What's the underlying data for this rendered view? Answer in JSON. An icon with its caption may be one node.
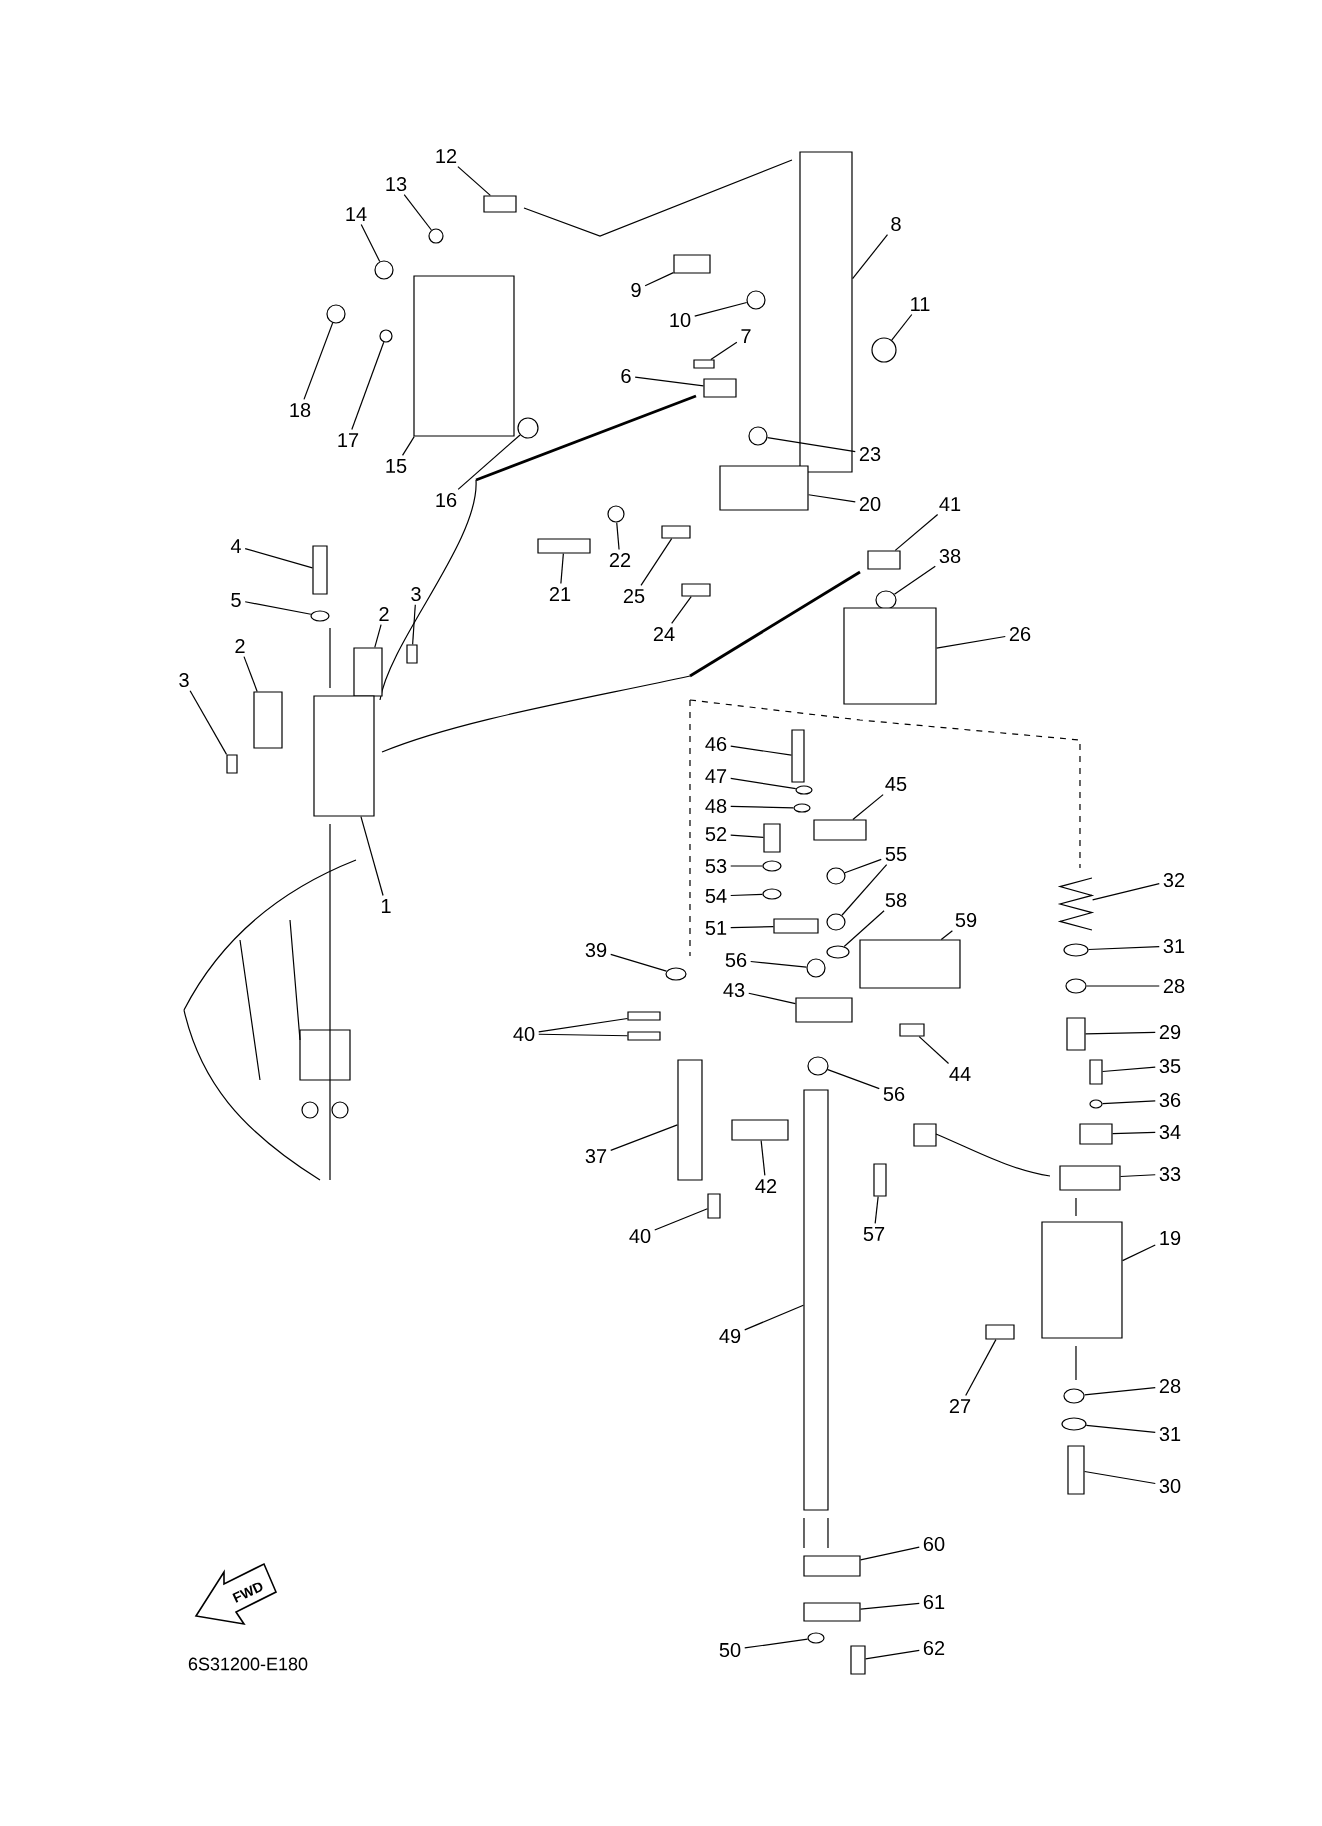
{
  "diagram": {
    "nodes": [
      {
        "text": [
          "12"
        ]
      },
      {
        "text": [
          "13"
        ]
      },
      {
        "text": [
          "14"
        ]
      },
      {
        "text": [
          "8"
        ]
      },
      {
        "text": [
          "9"
        ]
      },
      {
        "text": [
          "10"
        ]
      },
      {
        "text": [
          "11"
        ]
      },
      {
        "text": [
          "7"
        ]
      },
      {
        "text": [
          "6"
        ]
      },
      {
        "text": [
          "18"
        ]
      },
      {
        "text": [
          "17"
        ]
      },
      {
        "text": [
          "15"
        ]
      },
      {
        "text": [
          "16"
        ]
      },
      {
        "text": [
          "23"
        ]
      },
      {
        "text": [
          "20"
        ]
      },
      {
        "text": [
          "41"
        ]
      },
      {
        "text": [
          "4"
        ]
      },
      {
        "text": [
          "22"
        ]
      },
      {
        "text": [
          "38"
        ]
      },
      {
        "text": [
          "21"
        ]
      },
      {
        "text": [
          "25"
        ]
      },
      {
        "text": [
          "5"
        ]
      },
      {
        "text": [
          "3"
        ]
      },
      {
        "text": [
          "2"
        ]
      },
      {
        "text": [
          "26"
        ]
      },
      {
        "text": [
          "24"
        ]
      },
      {
        "text": [
          "2"
        ]
      },
      {
        "text": [
          "3"
        ]
      },
      {
        "text": [
          "46"
        ]
      },
      {
        "text": [
          "47"
        ]
      },
      {
        "text": [
          "45"
        ]
      },
      {
        "text": [
          "48"
        ]
      },
      {
        "text": [
          "52"
        ]
      },
      {
        "text": [
          "55"
        ]
      },
      {
        "text": [
          "53"
        ]
      },
      {
        "text": [
          "32"
        ]
      },
      {
        "text": [
          "54"
        ]
      },
      {
        "text": [
          "58"
        ]
      },
      {
        "text": [
          "1"
        ]
      },
      {
        "text": [
          "59"
        ]
      },
      {
        "text": [
          "51"
        ]
      },
      {
        "text": [
          "31"
        ]
      },
      {
        "text": [
          "39"
        ]
      },
      {
        "text": [
          "56"
        ]
      },
      {
        "text": [
          "28"
        ]
      },
      {
        "text": [
          "43"
        ]
      },
      {
        "text": [
          "29"
        ]
      },
      {
        "text": [
          "40"
        ]
      },
      {
        "text": [
          "35"
        ]
      },
      {
        "text": [
          "44"
        ]
      },
      {
        "text": [
          "56"
        ]
      },
      {
        "text": [
          "36"
        ]
      },
      {
        "text": [
          "34"
        ]
      },
      {
        "text": [
          "37"
        ]
      },
      {
        "text": [
          "33"
        ]
      },
      {
        "text": [
          "42"
        ]
      },
      {
        "text": [
          "57"
        ]
      },
      {
        "text": [
          "40"
        ]
      },
      {
        "text": [
          "19"
        ]
      },
      {
        "text": [
          "49"
        ]
      },
      {
        "text": [
          "28"
        ]
      },
      {
        "text": [
          "27"
        ]
      },
      {
        "text": [
          "31"
        ]
      },
      {
        "text": [
          "30"
        ]
      },
      {
        "text": [
          "60"
        ]
      },
      {
        "text": [
          "61"
        ]
      },
      {
        "text": [
          "62"
        ]
      },
      {
        "text": [
          "50"
        ]
      },
      {
        "text": [],
        "shape": "box"
      },
      {
        "text": [],
        "shape": "circle"
      },
      {
        "text": [],
        "shape": "circle"
      },
      {
        "text": [],
        "shape": "box"
      },
      {
        "text": [],
        "shape": "box"
      },
      {
        "text": [],
        "shape": "circle"
      },
      {
        "text": [],
        "shape": "circle"
      },
      {
        "text": [],
        "shape": "box"
      },
      {
        "text": [],
        "shape": "box"
      },
      {
        "text": [],
        "shape": "circle"
      },
      {
        "text": [],
        "shape": "circle"
      },
      {
        "text": [],
        "shape": "box"
      },
      {
        "text": [],
        "shape": "circle"
      },
      {
        "text": [],
        "shape": "circle"
      },
      {
        "text": [],
        "shape": "box"
      },
      {
        "text": [],
        "shape": "box"
      },
      {
        "text": [],
        "shape": "box"
      },
      {
        "text": [],
        "shape": "circle"
      },
      {
        "text": [],
        "shape": "circle"
      },
      {
        "text": [],
        "shape": "box"
      },
      {
        "text": [],
        "shape": "box"
      },
      {
        "text": [],
        "shape": "circle"
      },
      {
        "text": [],
        "shape": "box"
      },
      {
        "text": [],
        "shape": "box"
      },
      {
        "text": [],
        "shape": "box"
      },
      {
        "text": [],
        "shape": "box"
      },
      {
        "text": [],
        "shape": "box"
      },
      {
        "text": [],
        "shape": "box"
      },
      {
        "text": [],
        "shape": "box"
      },
      {
        "text": [],
        "shape": "circle"
      },
      {
        "text": [],
        "shape": "box"
      },
      {
        "text": [],
        "shape": "circle"
      },
      {
        "text": [],
        "shape": "box"
      },
      {
        "text": [],
        "shape": "circle"
      },
      {
        "text": [],
        "shape": "circle"
      },
      {
        "text": [],
        "shape": "circle"
      },
      {
        "text": [],
        "shape": "spring"
      },
      {
        "text": [],
        "shape": "circle"
      },
      {
        "text": [],
        "shape": "circle"
      },
      {
        "text": [],
        "shape": "box"
      },
      {
        "text": [],
        "shape": "box"
      },
      {
        "text": [],
        "shape": "box"
      },
      {
        "text": [],
        "shape": "circle"
      },
      {
        "text": [],
        "shape": "circle"
      },
      {
        "text": [],
        "shape": "circle"
      },
      {
        "text": [],
        "shape": "circle"
      },
      {
        "text": [],
        "shape": "box"
      },
      {
        "text": [],
        "shape": "box"
      },
      {
        "text": [],
        "shape": "box"
      },
      {
        "text": [],
        "shape": "box"
      },
      {
        "text": [],
        "shape": "box"
      },
      {
        "text": [],
        "shape": "box"
      },
      {
        "text": [],
        "shape": "circle"
      },
      {
        "text": [],
        "shape": "circle"
      },
      {
        "text": [],
        "shape": "box"
      },
      {
        "text": [],
        "shape": "box"
      },
      {
        "text": [],
        "shape": "box"
      },
      {
        "text": [],
        "shape": "box"
      },
      {
        "text": [],
        "shape": "box"
      },
      {
        "text": [],
        "shape": "box"
      },
      {
        "text": [],
        "shape": "box"
      },
      {
        "text": [],
        "shape": "box"
      },
      {
        "text": [],
        "shape": "circle"
      },
      {
        "text": [],
        "shape": "box"
      },
      {
        "text": [],
        "shape": "circle"
      },
      {
        "text": [],
        "shape": "box"
      },
      {
        "text": [],
        "shape": "box"
      },
      {
        "text": [],
        "shape": "box"
      },
      {
        "text": [],
        "shape": "box"
      },
      {
        "text": [],
        "shape": "circle"
      }
    ],
    "edges": [
      {
        "from": 0,
        "to": 68,
        "arrow": "none"
      },
      {
        "from": 1,
        "to": 69,
        "arrow": "none"
      },
      {
        "from": 2,
        "to": 70,
        "arrow": "none"
      },
      {
        "from": 3,
        "to": 71,
        "arrow": "none"
      },
      {
        "from": 4,
        "to": 72,
        "arrow": "none"
      },
      {
        "from": 5,
        "to": 73,
        "arrow": "none"
      },
      {
        "from": 6,
        "to": 74,
        "arrow": "none"
      },
      {
        "from": 7,
        "to": 75,
        "arrow": "none"
      },
      {
        "from": 8,
        "to": 76,
        "arrow": "none"
      },
      {
        "from": 9,
        "to": 77,
        "arrow": "none"
      },
      {
        "from": 10,
        "to": 78,
        "arrow": "none"
      },
      {
        "from": 11,
        "to": 79,
        "arrow": "none"
      },
      {
        "from": 12,
        "to": 80,
        "arrow": "none"
      },
      {
        "from": 13,
        "to": 81,
        "arrow": "none"
      },
      {
        "from": 14,
        "to": 82,
        "arrow": "none"
      },
      {
        "from": 15,
        "to": 83,
        "arrow": "none"
      },
      {
        "from": 16,
        "to": 84,
        "arrow": "none"
      },
      {
        "from": 17,
        "to": 85,
        "arrow": "none"
      },
      {
        "from": 18,
        "to": 86,
        "arrow": "none"
      },
      {
        "from": 19,
        "to": 87,
        "arrow": "none"
      },
      {
        "from": 20,
        "to": 88,
        "arrow": "none"
      },
      {
        "from": 21,
        "to": 89,
        "arrow": "none"
      },
      {
        "from": 22,
        "to": 90,
        "arrow": "none"
      },
      {
        "from": 23,
        "to": 91,
        "arrow": "none"
      },
      {
        "from": 24,
        "to": 92,
        "arrow": "none"
      },
      {
        "from": 25,
        "to": 93,
        "arrow": "none"
      },
      {
        "from": 26,
        "to": 94,
        "arrow": "none"
      },
      {
        "from": 27,
        "to": 95,
        "arrow": "none"
      },
      {
        "from": 28,
        "to": 96,
        "arrow": "none"
      },
      {
        "from": 29,
        "to": 97,
        "arrow": "none"
      },
      {
        "from": 30,
        "to": 98,
        "arrow": "none"
      },
      {
        "from": 31,
        "to": 99,
        "arrow": "none"
      },
      {
        "from": 32,
        "to": 100,
        "arrow": "none"
      },
      {
        "from": 33,
        "to": 101,
        "arrow": "none"
      },
      {
        "from": 33,
        "to": 102,
        "arrow": "none"
      },
      {
        "from": 34,
        "to": 103,
        "arrow": "none"
      },
      {
        "from": 35,
        "to": 104,
        "arrow": "none"
      },
      {
        "from": 36,
        "to": 105,
        "arrow": "none"
      },
      {
        "from": 37,
        "to": 106,
        "arrow": "none"
      },
      {
        "from": 38,
        "to": 107,
        "arrow": "none"
      },
      {
        "from": 39,
        "to": 108,
        "arrow": "none"
      },
      {
        "from": 40,
        "to": 109,
        "arrow": "none"
      },
      {
        "from": 41,
        "to": 110,
        "arrow": "none"
      },
      {
        "from": 42,
        "to": 111,
        "arrow": "none"
      },
      {
        "from": 43,
        "to": 112,
        "arrow": "none"
      },
      {
        "from": 44,
        "to": 113,
        "arrow": "none"
      },
      {
        "from": 45,
        "to": 114,
        "arrow": "none"
      },
      {
        "from": 46,
        "to": 115,
        "arrow": "none"
      },
      {
        "from": 47,
        "to": 116,
        "arrow": "none"
      },
      {
        "from": 47,
        "to": 117,
        "arrow": "none"
      },
      {
        "from": 48,
        "to": 118,
        "arrow": "none"
      },
      {
        "from": 49,
        "to": 119,
        "arrow": "none"
      },
      {
        "from": 50,
        "to": 120,
        "arrow": "none"
      },
      {
        "from": 51,
        "to": 121,
        "arrow": "none"
      },
      {
        "from": 52,
        "to": 122,
        "arrow": "none"
      },
      {
        "from": 53,
        "to": 123,
        "arrow": "none"
      },
      {
        "from": 54,
        "to": 124,
        "arrow": "none"
      },
      {
        "from": 55,
        "to": 125,
        "arrow": "none"
      },
      {
        "from": 56,
        "to": 126,
        "arrow": "none"
      },
      {
        "from": 57,
        "to": 127,
        "arrow": "none"
      },
      {
        "from": 58,
        "to": 128,
        "arrow": "none"
      },
      {
        "from": 59,
        "to": 129,
        "arrow": "none"
      },
      {
        "from": 60,
        "to": 130,
        "arrow": "none"
      },
      {
        "from": 61,
        "to": 131,
        "arrow": "none"
      },
      {
        "from": 62,
        "to": 132,
        "arrow": "none"
      },
      {
        "from": 63,
        "to": 133,
        "arrow": "none"
      },
      {
        "from": 64,
        "to": 134,
        "arrow": "none"
      },
      {
        "from": 65,
        "to": 135,
        "arrow": "none"
      },
      {
        "from": 66,
        "to": 136,
        "arrow": "none"
      },
      {
        "from": 67,
        "to": 137,
        "arrow": "none"
      }
    ],
    "labels": [
      "FWD",
      "6S31200-E180"
    ]
  }
}
